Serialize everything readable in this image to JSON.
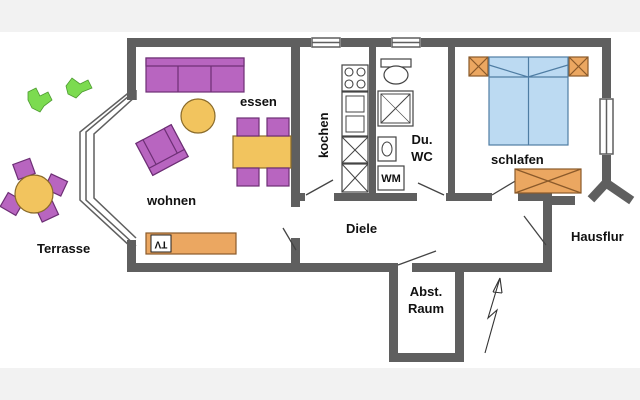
{
  "rooms": {
    "essen": "essen",
    "wohnen": "wohnen",
    "kochen": "kochen",
    "du_wc_line1": "Du.",
    "du_wc_line2": "WC",
    "schlafen": "schlafen",
    "diele": "Diele",
    "abst_line1": "Abst.",
    "abst_line2": "Raum",
    "terrasse": "Terrasse",
    "hausflur": "Hausflur"
  },
  "fixtures": {
    "tv": "TV",
    "wm": "WM"
  },
  "colors": {
    "wall": "#5f5f5f",
    "purple": "#b865c0",
    "purple_dark": "#6d2f75",
    "yellow": "#f2c45e",
    "orange": "#eba761",
    "bed_blue": "#bcdaf2",
    "plant_green": "#7cdb50",
    "background_band": "#f2f2f2"
  }
}
